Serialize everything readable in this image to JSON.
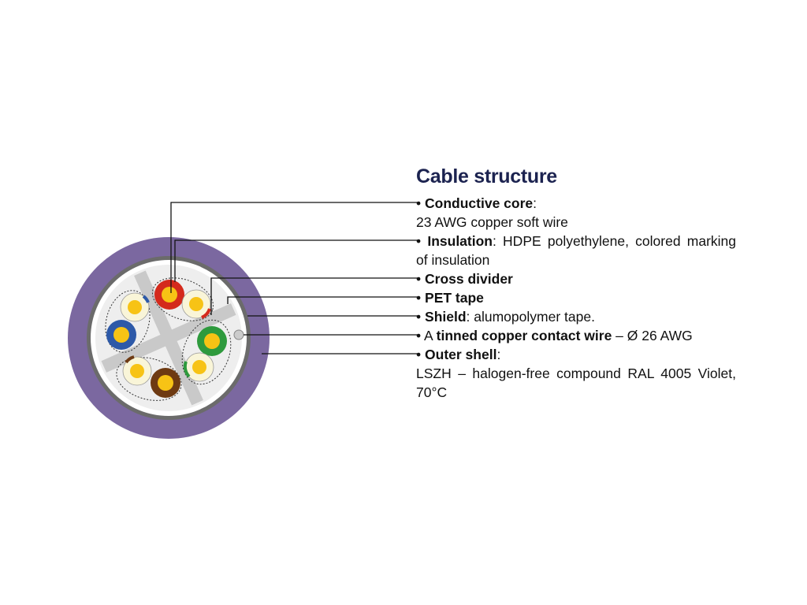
{
  "title": "Cable structure",
  "bullet": "•",
  "labels": {
    "conductive_core": {
      "bold": "Conductive core",
      "rest": ":",
      "line2": "23 AWG copper soft wire"
    },
    "insulation": {
      "bold": "Insulation",
      "rest": ": HDPE polyethylene, colored marking of insulation"
    },
    "cross_divider": {
      "bold": "Cross divider"
    },
    "pet_tape": {
      "bold": "PET tape"
    },
    "shield": {
      "bold": "Shield",
      "rest": ": alumopolymer tape."
    },
    "contact_wire": {
      "pre": "A ",
      "bold": "tinned copper contact wire",
      "rest": " – Ø 26 AWG"
    },
    "outer_shell": {
      "bold": "Outer shell",
      "rest": ":",
      "line2": "LSZH – halogen-free compound RAL 4005 Violet, 70°C"
    }
  },
  "colors": {
    "title": "#1c2350",
    "outer_shell": "#7b68a0",
    "shield": "#6b6b6b",
    "pet_tape": "#ffffff",
    "core_fill": "#eeeeee",
    "cross_divider": "#c9c9c9",
    "copper_core": "#f7c315",
    "insulation_white": "#f9f5d8",
    "pair_orange": "#d42a1c",
    "pair_blue": "#2d59a8",
    "pair_green": "#2e9a3d",
    "pair_brown": "#6e3a12"
  }
}
